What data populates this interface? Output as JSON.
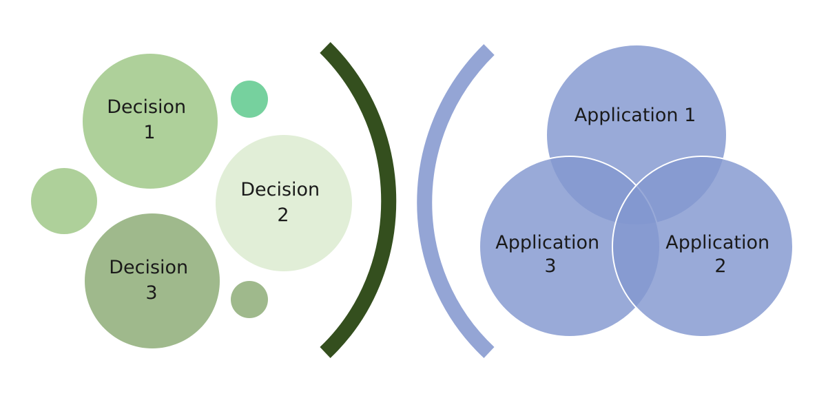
{
  "decisions": {
    "d1": {
      "line1": "Decision",
      "line2": "1"
    },
    "d2": {
      "line1": "Decision",
      "line2": "2"
    },
    "d3": {
      "line1": "Decision",
      "line2": "3"
    }
  },
  "applications": {
    "a1": {
      "line1": "Application 1"
    },
    "a2": {
      "line1": "Application",
      "line2": "2"
    },
    "a3": {
      "line1": "Application",
      "line2": "3"
    }
  },
  "colors": {
    "decision_1": "#aed09a",
    "decision_2": "#e1eed7",
    "decision_3": "#9fb98c",
    "accent_teal": "#76d19e",
    "left_bracket": "#344f1e",
    "right_bracket": "#94a5d5",
    "venn_fill": "#8297cf",
    "venn_stroke": "#ffffff"
  }
}
